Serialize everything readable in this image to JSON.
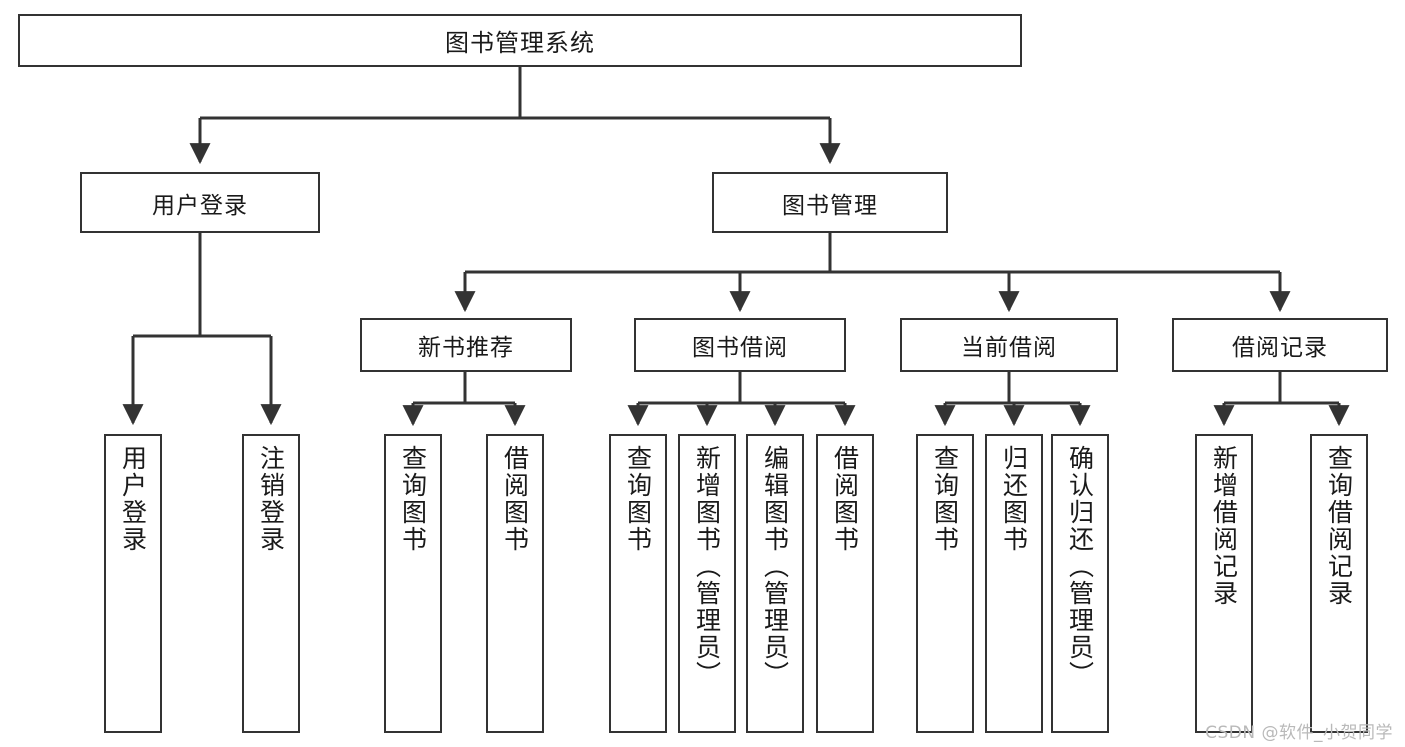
{
  "diagram": {
    "type": "tree",
    "title": "图书管理系统",
    "watermark": "CSDN @软件_小贺同学",
    "colors": {
      "box_border": "#333333",
      "box_fill": "#ffffff",
      "connector": "#333333",
      "text": "#1a1a1a",
      "watermark": "#b9b9b9"
    },
    "nodes": {
      "root": {
        "label": "图书管理系统"
      },
      "level2": [
        {
          "label": "用户登录"
        },
        {
          "label": "图书管理"
        }
      ],
      "level3": [
        {
          "label": "新书推荐"
        },
        {
          "label": "图书借阅"
        },
        {
          "label": "当前借阅"
        },
        {
          "label": "借阅记录"
        }
      ],
      "leaves_user_login": [
        {
          "label": "用户登录"
        },
        {
          "label": "注销登录"
        }
      ],
      "leaves_new_book": [
        {
          "label": "查询图书"
        },
        {
          "label": "借阅图书"
        }
      ],
      "leaves_borrow": [
        {
          "label": "查询图书"
        },
        {
          "label": "新增图书（管理员）"
        },
        {
          "label": "编辑图书（管理员）"
        },
        {
          "label": "借阅图书"
        }
      ],
      "leaves_current": [
        {
          "label": "查询图书"
        },
        {
          "label": "归还图书"
        },
        {
          "label": "确认归还（管理员）"
        }
      ],
      "leaves_record": [
        {
          "label": "新增借阅记录"
        },
        {
          "label": "查询借阅记录"
        }
      ]
    }
  }
}
